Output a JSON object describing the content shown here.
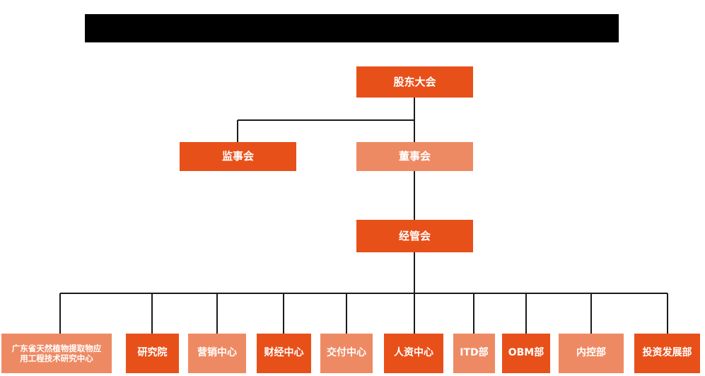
{
  "chart_data": {
    "type": "diagram",
    "title": "",
    "title_redacted": true,
    "orientation": "top-down",
    "colors": {
      "dark_orange": "#e8501a",
      "light_orange": "#ee8a63",
      "connector": "#1a1a1a",
      "background": "#ffffff",
      "banner": "#000000",
      "label_text": "#ffffff"
    },
    "levels": [
      {
        "level": 1,
        "nodes": [
          "股东大会"
        ]
      },
      {
        "level": 2,
        "nodes": [
          "监事会",
          "董事会"
        ]
      },
      {
        "level": 3,
        "nodes": [
          "经管会"
        ]
      },
      {
        "level": 4,
        "nodes": [
          "广东省天然植物提取物应用工程技术研究中心",
          "研究院",
          "营销中心",
          "财经中心",
          "交付中心",
          "人资中心",
          "ITD部",
          "OBM部",
          "内控部",
          "投资发展部"
        ]
      }
    ],
    "edges": [
      {
        "from": "股东大会",
        "to": "监事会"
      },
      {
        "from": "股东大会",
        "to": "董事会"
      },
      {
        "from": "董事会",
        "to": "经管会"
      },
      {
        "from": "经管会",
        "to": "广东省天然植物提取物应用工程技术研究中心"
      },
      {
        "from": "经管会",
        "to": "研究院"
      },
      {
        "from": "经管会",
        "to": "营销中心"
      },
      {
        "from": "经管会",
        "to": "财经中心"
      },
      {
        "from": "经管会",
        "to": "交付中心"
      },
      {
        "from": "经管会",
        "to": "人资中心"
      },
      {
        "from": "经管会",
        "to": "ITD部"
      },
      {
        "from": "经管会",
        "to": "OBM部"
      },
      {
        "from": "经管会",
        "to": "内控部"
      },
      {
        "from": "经管会",
        "to": "投资发展部"
      }
    ]
  },
  "banner": {
    "redacted_label": ""
  },
  "nodes": {
    "shareholders_meeting": {
      "label": "股东大会",
      "tone": "dark"
    },
    "board_of_supervisors": {
      "label": "监事会",
      "tone": "dark"
    },
    "board_of_directors": {
      "label": "董事会",
      "tone": "light"
    },
    "management_committee": {
      "label": "经管会",
      "tone": "dark"
    },
    "research_center": {
      "label_line1": "广东省天然植物提取物应",
      "label_line2": "用工程技术研究中心",
      "tone": "light"
    },
    "research_institute": {
      "label": "研究院",
      "tone": "dark"
    },
    "marketing_center": {
      "label": "营销中心",
      "tone": "light"
    },
    "finance_center": {
      "label": "财经中心",
      "tone": "dark"
    },
    "delivery_center": {
      "label": "交付中心",
      "tone": "light"
    },
    "hr_center": {
      "label": "人资中心",
      "tone": "dark"
    },
    "itd_department": {
      "label": "ITD部",
      "tone": "light"
    },
    "obm_department": {
      "label": "OBM部",
      "tone": "dark"
    },
    "internal_control": {
      "label": "内控部",
      "tone": "light"
    },
    "investment_dev": {
      "label": "投资发展部",
      "tone": "dark"
    }
  }
}
